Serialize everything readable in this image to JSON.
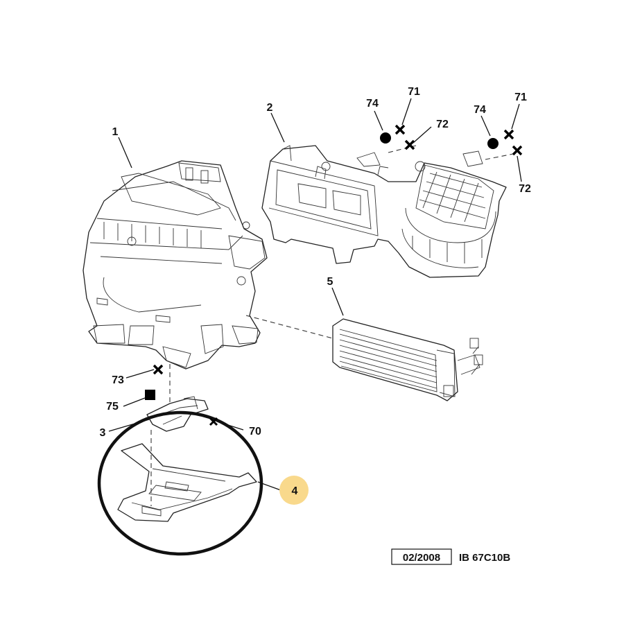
{
  "callouts": {
    "p1": "1",
    "p2": "2",
    "p3": "3",
    "p4": "4",
    "p5": "5",
    "p70": "70",
    "p71a": "71",
    "p71b": "71",
    "p72a": "72",
    "p72b": "72",
    "p73": "73",
    "p74a": "74",
    "p74b": "74",
    "p75": "75"
  },
  "footer": {
    "date": "02/2008",
    "reference": "IB 67C10B"
  },
  "highlight": {
    "part": "4",
    "color": "#f9d98c"
  },
  "icons": [
    "heater-housing",
    "blower-duct",
    "heater-radiator",
    "clip-cross",
    "rivet-dot",
    "fastener-square",
    "circle-highlight"
  ]
}
